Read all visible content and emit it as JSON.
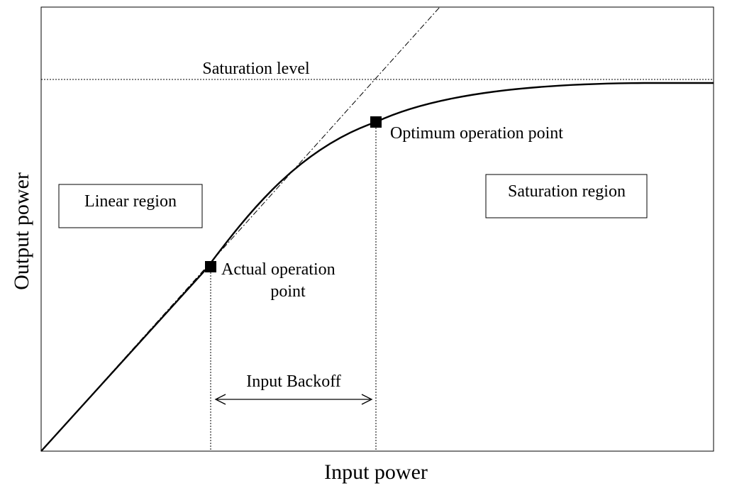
{
  "axes": {
    "xlabel": "Input power",
    "ylabel": "Output power"
  },
  "labels": {
    "saturation_level": "Saturation level",
    "optimum_point": "Optimum operation point",
    "actual_point_line1": "Actual operation",
    "actual_point_line2": "point",
    "input_backoff": "Input Backoff"
  },
  "regions": {
    "linear": "Linear region",
    "saturation": "Saturation region"
  },
  "colors": {
    "line": "#000000",
    "background": "#ffffff"
  }
}
